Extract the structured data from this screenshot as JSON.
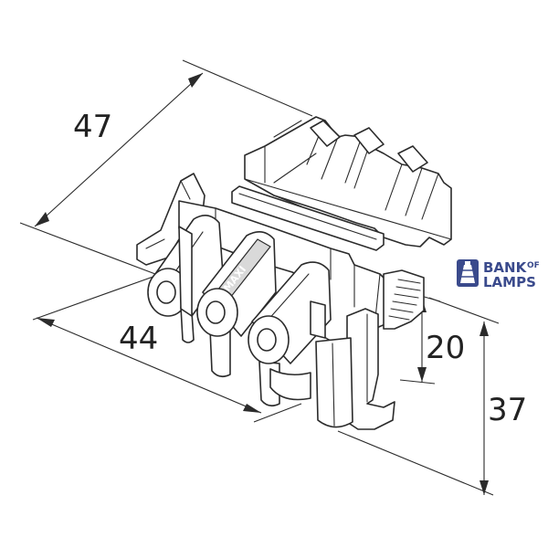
{
  "dimensions": {
    "depth": "47",
    "width": "44",
    "pin_height": "20",
    "total_height": "37"
  },
  "logo": {
    "line1": "BANK",
    "line1_small": "OF",
    "line2": "LAMPS",
    "color": "#3a4a8c"
  },
  "part_label": "MAXI"
}
